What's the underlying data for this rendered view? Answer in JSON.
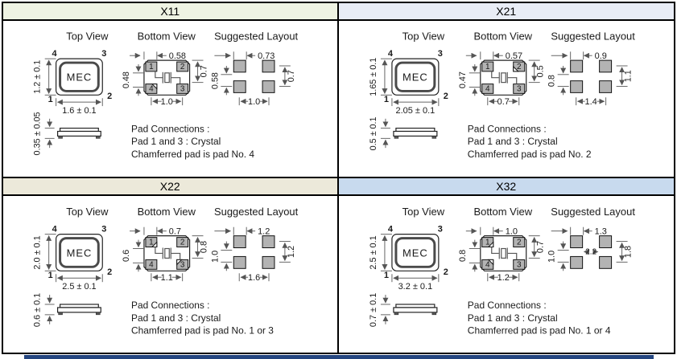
{
  "page": {
    "next_section_bar_color": "#24457f"
  },
  "panels": [
    {
      "title": "X11",
      "header_color": "#eff3e3",
      "top_view": {
        "label": "Top View",
        "chip_text": "MEC",
        "corners": {
          "c1": "1",
          "c2": "2",
          "c3": "3",
          "c4": "4"
        },
        "height_dim": "1.2 ± 0.1",
        "width_dim": "1.6 ± 0.1",
        "thickness_dim": "0.35 ± 0.05"
      },
      "bottom_view": {
        "label": "Bottom View",
        "pads": {
          "p1": "1",
          "p2": "2",
          "p3": "3",
          "p4": "4"
        },
        "chamfered_pads": [
          "4"
        ],
        "top_dim": "0.58",
        "left_dim": "0.48",
        "right_dim": "0.7",
        "bottom_dim": "1.0"
      },
      "layout": {
        "label": "Suggested Layout",
        "top_dim": "0.73",
        "left_dim": "0.58",
        "right_dim": "0.7",
        "bottom_dim": "1.0"
      },
      "pad_connections": {
        "line1": "Pad Connections :",
        "line2": "Pad 1 and 3 : Crystal",
        "line3": "Chamferred pad is pad No. 4"
      }
    },
    {
      "title": "X21",
      "header_color": "#e9edf6",
      "top_view": {
        "label": "Top View",
        "chip_text": "MEC",
        "corners": {
          "c1": "1",
          "c2": "2",
          "c3": "3",
          "c4": "4"
        },
        "height_dim": "1.65 ± 0.1",
        "width_dim": "2.05 ± 0.1",
        "thickness_dim": "0.5 ± 0.1"
      },
      "bottom_view": {
        "label": "Bottom View",
        "pads": {
          "p1": "1",
          "p2": "2",
          "p3": "3",
          "p4": "4"
        },
        "chamfered_pads": [
          "2"
        ],
        "top_dim": "0.57",
        "left_dim": "0.47",
        "right_dim": "0.5",
        "bottom_dim": "0.7"
      },
      "layout": {
        "label": "Suggested Layout",
        "top_dim": "0.9",
        "left_dim": "0.8",
        "right_dim": "1.1",
        "bottom_dim": "1.4"
      },
      "pad_connections": {
        "line1": "Pad Connections :",
        "line2": "Pad 1 and 3 : Crystal",
        "line3": "Chamferred pad is pad No. 2"
      }
    },
    {
      "title": "X22",
      "header_color": "#ece9da",
      "top_view": {
        "label": "Top View",
        "chip_text": "MEC",
        "corners": {
          "c1": "1",
          "c2": "2",
          "c3": "3",
          "c4": "4"
        },
        "height_dim": "2.0 ± 0.1",
        "width_dim": "2.5 ± 0.1",
        "thickness_dim": "0.6 ± 0.1"
      },
      "bottom_view": {
        "label": "Bottom View",
        "pads": {
          "p1": "1",
          "p2": "2",
          "p3": "3",
          "p4": "4"
        },
        "chamfered_pads": [
          "1",
          "3"
        ],
        "top_dim": "0.7",
        "left_dim": "0.6",
        "right_dim": "0.8",
        "bottom_dim": "1.1"
      },
      "layout": {
        "label": "Suggested Layout",
        "top_dim": "1.2",
        "left_dim": "1.0",
        "right_dim": "1.2",
        "bottom_dim": "1.6"
      },
      "pad_connections": {
        "line1": "Pad Connections :",
        "line2": "Pad 1 and 3 : Crystal",
        "line3": "Chamferred pad is pad No. 1 or 3"
      }
    },
    {
      "title": "X32",
      "header_color": "#c8daee",
      "top_view": {
        "label": "Top View",
        "chip_text": "MEC",
        "corners": {
          "c1": "1",
          "c2": "2",
          "c3": "3",
          "c4": "4"
        },
        "height_dim": "2.5 ± 0.1",
        "width_dim": "3.2 ± 0.1",
        "thickness_dim": "0.7 ± 0.1"
      },
      "bottom_view": {
        "label": "Bottom View",
        "pads": {
          "p1": "1",
          "p2": "2",
          "p3": "3",
          "p4": "4"
        },
        "chamfered_pads": [
          "1",
          "4"
        ],
        "top_dim": "1.0",
        "left_dim": "0.8",
        "right_dim": "0.7",
        "bottom_dim": "1.2"
      },
      "layout": {
        "label": "Suggested Layout",
        "top_dim": "1.3",
        "left_dim": "1.0",
        "mid_dim": "2.2",
        "right_dim": "1.8"
      },
      "pad_connections": {
        "line1": "Pad Connections :",
        "line2": "Pad 1 and 3 : Crystal",
        "line3": "Chamferred pad is pad No. 1 or 4"
      }
    }
  ]
}
